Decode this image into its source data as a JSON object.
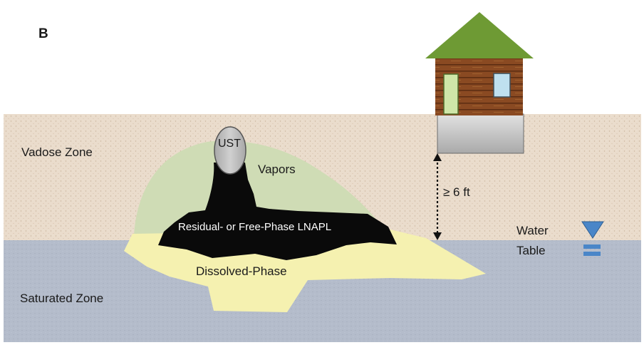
{
  "panel_letter": "B",
  "zones": {
    "vadose": "Vadose Zone",
    "saturated": "Saturated Zone"
  },
  "labels": {
    "ust": "UST",
    "vapors": "Vapors",
    "lnapl": "Residual- or Free-Phase LNAPL",
    "dissolved": "Dissolved-Phase",
    "separation_distance": "≥ 6 ft",
    "water_table_line1": "Water",
    "water_table_line2": "Table"
  },
  "colors": {
    "vadose_soil": "#eadccc",
    "saturated_water": "#b4bccb",
    "vapor_plume": "#cfdcb5",
    "dissolved_plume": "#f5f1b0",
    "lnapl": "#0a0a0a",
    "ust_tank": "#c2c2c2",
    "roof": "#6e9a34",
    "wall_wood": "#8a4a22",
    "foundation": "#c7c7c7",
    "water_table_symbol": "#4a86c8"
  },
  "icons": [
    "house-icon",
    "water-table-icon",
    "double-arrow-icon"
  ]
}
